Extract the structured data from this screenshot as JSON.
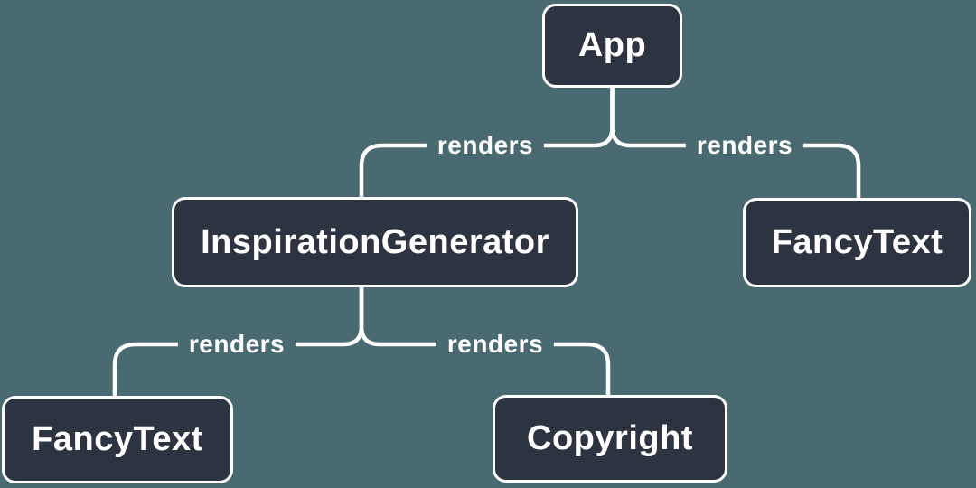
{
  "diagram": {
    "type": "component-tree",
    "colors": {
      "background": "#4a6a72",
      "node_fill": "#2d3441",
      "node_border": "#ffffff",
      "connector": "#ffffff",
      "text": "#ffffff"
    },
    "nodes": [
      {
        "id": "app",
        "label": "App"
      },
      {
        "id": "inspiration-generator",
        "label": "InspirationGenerator"
      },
      {
        "id": "fancy-text-right",
        "label": "FancyText"
      },
      {
        "id": "fancy-text-left",
        "label": "FancyText"
      },
      {
        "id": "copyright",
        "label": "Copyright"
      }
    ],
    "edges": [
      {
        "from": "App",
        "to": "InspirationGenerator",
        "label": "renders"
      },
      {
        "from": "App",
        "to": "FancyText",
        "label": "renders"
      },
      {
        "from": "InspirationGenerator",
        "to": "FancyText",
        "label": "renders"
      },
      {
        "from": "InspirationGenerator",
        "to": "Copyright",
        "label": "renders"
      }
    ]
  }
}
